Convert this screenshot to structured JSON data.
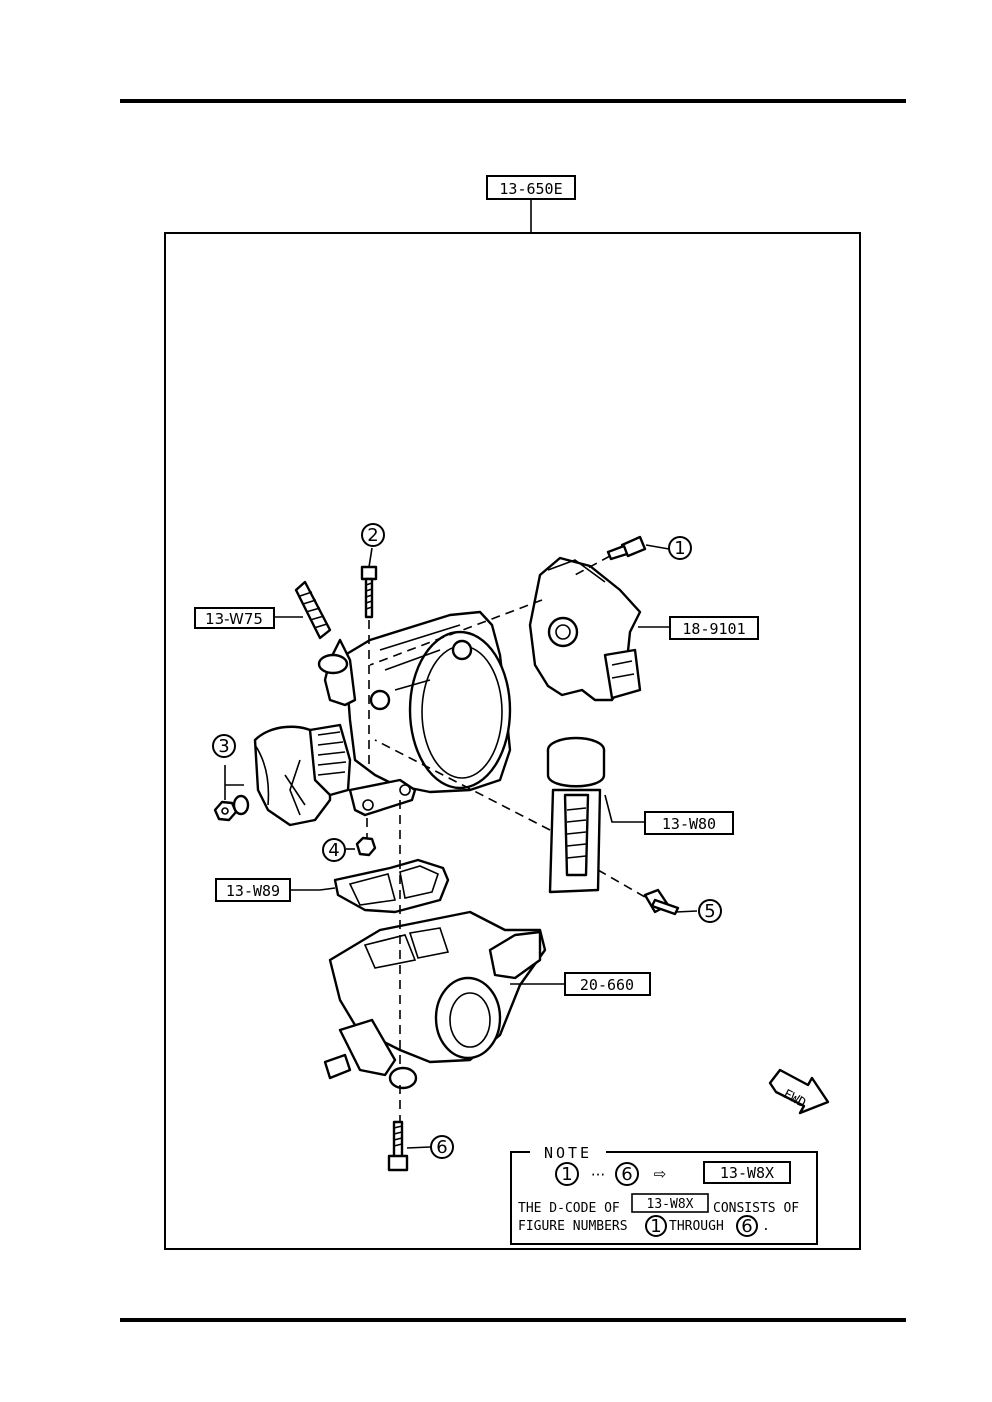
{
  "header_code": "13-650E",
  "callouts": {
    "c1": "1",
    "c2": "2",
    "c3": "3",
    "c4": "4",
    "c5": "5",
    "c6": "6"
  },
  "labels": {
    "w75": "13-W75",
    "s9101": "18-9101",
    "w80": "13-W80",
    "w89": "13-W89",
    "c20660": "20-660"
  },
  "fwd": "FWD",
  "note": {
    "heading": "NOTE",
    "range_from": "1",
    "range_dots": "···",
    "range_to": "6",
    "arrow": "⇨",
    "code": "13-W8X",
    "line1_a": "THE D-CODE OF",
    "line1_code": "13-W8X",
    "line1_b": "CONSISTS OF",
    "line2_a": "FIGURE NUMBERS",
    "line2_n1": "1",
    "line2_mid": "THROUGH",
    "line2_n2": "6",
    "line2_end": "."
  }
}
